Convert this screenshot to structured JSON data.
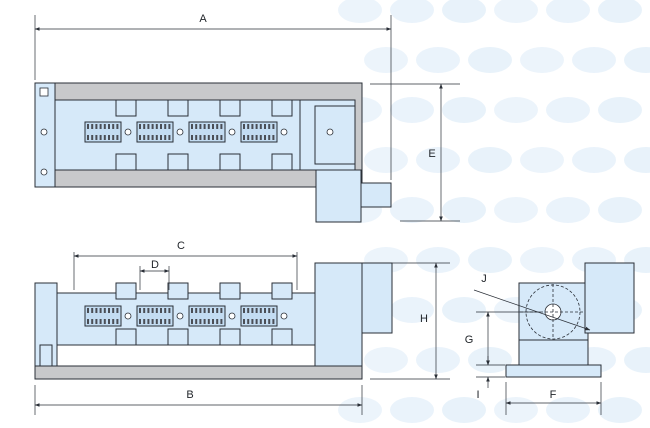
{
  "labels": {
    "A": "A",
    "B": "B",
    "C": "C",
    "D": "D",
    "E": "E",
    "F": "F",
    "G": "G",
    "H": "H",
    "I": "I",
    "J": "J"
  },
  "colors": {
    "part_fill": "#d6e9f9",
    "base_fill": "#c8c9cb",
    "background_pattern": "#dcebf8",
    "line": "#2a2f37"
  }
}
